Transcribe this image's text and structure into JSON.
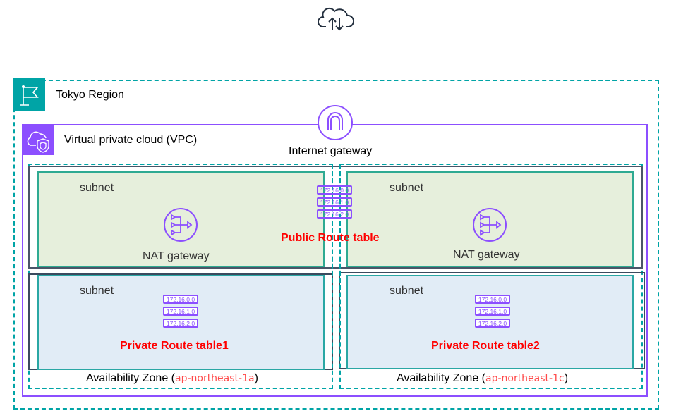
{
  "colors": {
    "region": "#00a4a6",
    "vpc": "#8c4fff",
    "public_subnet_fill": "#e6efdc",
    "private_subnet_fill": "#e1ecf6",
    "route_label": "#ff0000"
  },
  "internet_icon": "cloud-upload-download-icon",
  "region": {
    "label": "Tokyo Region",
    "icon": "flag-icon"
  },
  "vpc": {
    "label": "Virtual private cloud (VPC)",
    "icon": "cloud-shield-icon"
  },
  "internet_gateway": {
    "label": "Internet gateway"
  },
  "public_route_table": {
    "label": "Public Route table",
    "routes": [
      "172.16.0.0",
      "172.16.1.0",
      "172.16.2.0"
    ]
  },
  "public_subnets": [
    {
      "label": "subnet",
      "nat_label": "NAT gateway"
    },
    {
      "label": "subnet",
      "nat_label": "NAT gateway"
    }
  ],
  "private_subnets": [
    {
      "label": "subnet",
      "route_table_label": "Private Route table1",
      "routes": [
        "172.16.0.0",
        "172.16.1.0",
        "172.16.2.0"
      ]
    },
    {
      "label": "subnet",
      "route_table_label": "Private Route table2",
      "routes": [
        "172.16.0.0",
        "172.16.1.0",
        "172.16.2.0"
      ]
    }
  ],
  "availability_zones": [
    {
      "prefix": "Availability Zone (",
      "code": "ap-northeast-1a",
      "suffix": ")"
    },
    {
      "prefix": "Availability Zone (",
      "code": "ap-northeast-1c",
      "suffix": ")"
    }
  ]
}
